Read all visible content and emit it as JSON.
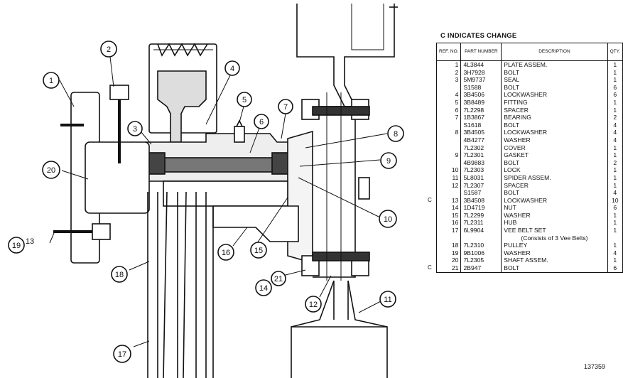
{
  "legend": {
    "title": "C INDICATES CHANGE",
    "headers": {
      "ref": "REF. NO.",
      "part": "PART NUMBER",
      "desc": "DESCRIPTION",
      "qty": "QTY."
    }
  },
  "parts": [
    {
      "ref": "1",
      "pn": "4L3844",
      "desc": "PLATE ASSEM.",
      "qty": "1",
      "chg": ""
    },
    {
      "ref": "2",
      "pn": "3H7928",
      "desc": "BOLT",
      "qty": "1",
      "chg": ""
    },
    {
      "ref": "3",
      "pn": "5M9737",
      "desc": "SEAL",
      "qty": "1",
      "chg": ""
    },
    {
      "ref": "",
      "pn": "S1588",
      "desc": "BOLT",
      "qty": "6",
      "chg": ""
    },
    {
      "ref": "4",
      "pn": "3B4506",
      "desc": "LOCKWASHER",
      "qty": "6",
      "chg": ""
    },
    {
      "ref": "5",
      "pn": "3B8489",
      "desc": "FITTING",
      "qty": "1",
      "chg": ""
    },
    {
      "ref": "6",
      "pn": "7L2298",
      "desc": "SPACER",
      "qty": "1",
      "chg": ""
    },
    {
      "ref": "7",
      "pn": "1B3867",
      "desc": "BEARING",
      "qty": "2",
      "chg": ""
    },
    {
      "ref": "",
      "pn": "S1618",
      "desc": "BOLT",
      "qty": "4",
      "chg": ""
    },
    {
      "ref": "8",
      "pn": "3B4505",
      "desc": "LOCKWASHER",
      "qty": "4",
      "chg": ""
    },
    {
      "ref": "",
      "pn": "4B4277",
      "desc": "WASHER",
      "qty": "4",
      "chg": ""
    },
    {
      "ref": "",
      "pn": "7L2302",
      "desc": "COVER",
      "qty": "1",
      "chg": ""
    },
    {
      "ref": "9",
      "pn": "7L2301",
      "desc": "GASKET",
      "qty": "1",
      "chg": ""
    },
    {
      "ref": "",
      "pn": "4B9883",
      "desc": "BOLT",
      "qty": "2",
      "chg": ""
    },
    {
      "ref": "10",
      "pn": "7L2303",
      "desc": "LOCK",
      "qty": "1",
      "chg": ""
    },
    {
      "ref": "11",
      "pn": "5L8031",
      "desc": "SPIDER ASSEM.",
      "qty": "1",
      "chg": ""
    },
    {
      "ref": "12",
      "pn": "7L2307",
      "desc": "SPACER",
      "qty": "1",
      "chg": ""
    },
    {
      "ref": "",
      "pn": "S1587",
      "desc": "BOLT",
      "qty": "4",
      "chg": ""
    },
    {
      "ref": "13",
      "pn": "3B4508",
      "desc": "LOCKWASHER",
      "qty": "10",
      "chg": "C"
    },
    {
      "ref": "14",
      "pn": "1D4719",
      "desc": "NUT",
      "qty": "6",
      "chg": ""
    },
    {
      "ref": "15",
      "pn": "7L2299",
      "desc": "WASHER",
      "qty": "1",
      "chg": ""
    },
    {
      "ref": "16",
      "pn": "7L2311",
      "desc": "HUB",
      "qty": "1",
      "chg": ""
    },
    {
      "ref": "17",
      "pn": "6L9904",
      "desc": "VEE BELT SET",
      "qty": "1",
      "chg": ""
    },
    {
      "ref": "",
      "pn": "",
      "desc": "(Consists of 3 Vee Belts)",
      "qty": "",
      "chg": ""
    },
    {
      "ref": "18",
      "pn": "7L2310",
      "desc": "PULLEY",
      "qty": "1",
      "chg": ""
    },
    {
      "ref": "19",
      "pn": "9B1006",
      "desc": "WASHER",
      "qty": "4",
      "chg": ""
    },
    {
      "ref": "20",
      "pn": "7L2305",
      "desc": "SHAFT ASSEM.",
      "qty": "1",
      "chg": ""
    },
    {
      "ref": "21",
      "pn": "2B947",
      "desc": "BOLT",
      "qty": "6",
      "chg": "C"
    }
  ],
  "callouts": {
    "c1": "1",
    "c2": "2",
    "c3": "3",
    "c4": "4",
    "c5": "5",
    "c6": "6",
    "c7": "7",
    "c8": "8",
    "c9": "9",
    "c10": "10",
    "c11": "11",
    "c12": "12",
    "c13": "13",
    "c14": "14",
    "c15": "15",
    "c16": "16",
    "c17": "17",
    "c18": "18",
    "c19": "19",
    "c20": "20",
    "c21": "21"
  },
  "figure_number": "137359"
}
